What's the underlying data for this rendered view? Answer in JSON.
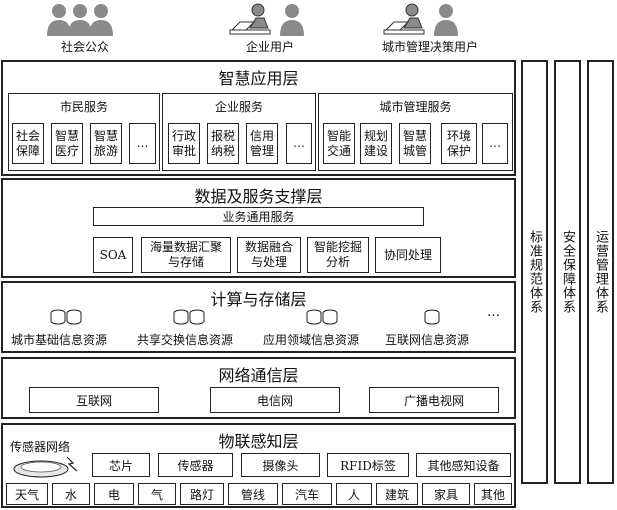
{
  "users": [
    "社会公众",
    "企业用户",
    "城市管理决策用户"
  ],
  "side_columns": [
    "标准规范体系",
    "安全保障体系",
    "运营管理体系"
  ],
  "application_layer": {
    "title": "智慧应用层",
    "groups": [
      {
        "title": "市民服务",
        "items": [
          "社会\n保障",
          "智慧\n医疗",
          "智慧\n旅游",
          "…"
        ]
      },
      {
        "title": "企业服务",
        "items": [
          "行政\n审批",
          "报税\n纳税",
          "信用\n管理",
          "…"
        ]
      },
      {
        "title": "城市管理服务",
        "items": [
          "智能\n交通",
          "规划\n建设",
          "智慧\n城管",
          "环境\n保护",
          "…"
        ]
      }
    ]
  },
  "data_layer": {
    "title": "数据及服务支撑层",
    "common_service": "业务通用服务",
    "items": [
      "SOA",
      "海量数据汇聚\n与存储",
      "数据融合\n与处理",
      "智能挖掘\n分析",
      "协同处理"
    ]
  },
  "compute_layer": {
    "title": "计算与存储层",
    "resources": [
      "城市基础信息资源",
      "共享交换信息资源",
      "应用领域信息资源",
      "互联网信息资源"
    ],
    "more": "…"
  },
  "network_layer": {
    "title": "网络通信层",
    "items": [
      "互联网",
      "电信网",
      "广播电视网"
    ]
  },
  "iot_layer": {
    "title": "物联感知层",
    "sensor_network": "传感器网络",
    "devices": [
      "芯片",
      "传感器",
      "摄像头",
      "RFID标签",
      "其他感知设备"
    ],
    "objects": [
      "天气",
      "水",
      "电",
      "气",
      "路灯",
      "管线",
      "汽车",
      "人",
      "建筑",
      "家具",
      "其他"
    ]
  }
}
